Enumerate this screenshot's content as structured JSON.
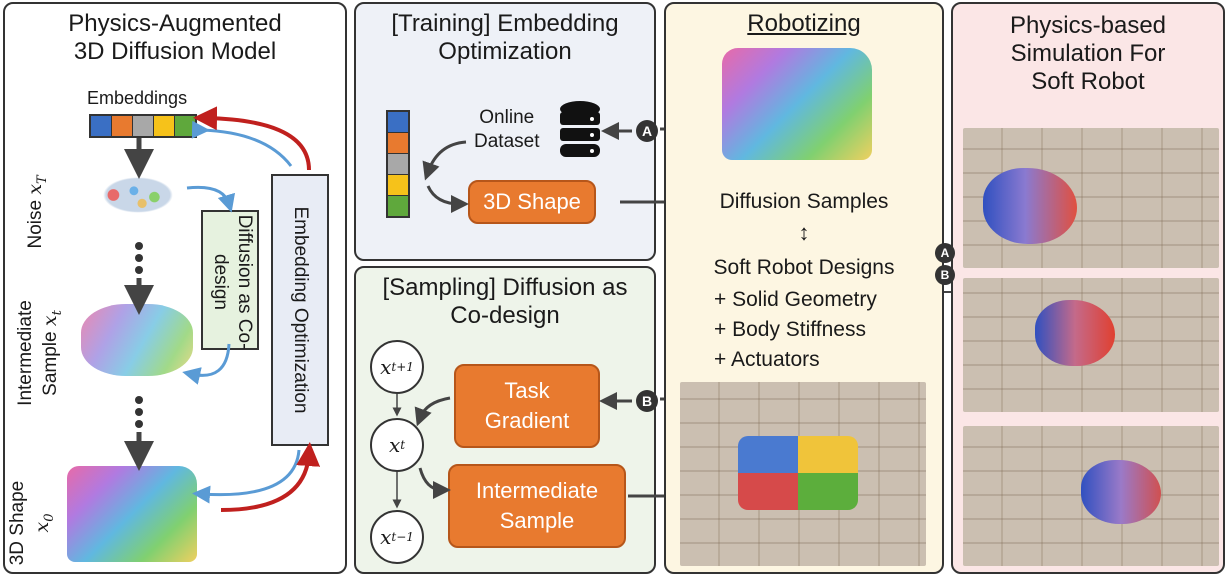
{
  "panel1": {
    "title": "Physics-Augmented 3D Diffusion Model",
    "embeddings_label": "Embeddings",
    "embedding_colors": [
      "#3a6fc4",
      "#e87a2f",
      "#a8a8a8",
      "#f6c21a",
      "#5fa83c"
    ],
    "noise_label": "Noise",
    "noise_var": "x",
    "noise_sub": "T",
    "intermediate_label_1": "Intermediate",
    "intermediate_label_2": "Sample",
    "intermediate_var": "x",
    "intermediate_sub": "t",
    "shape_label": "3D Shape",
    "shape_var": "x",
    "shape_sub": "0",
    "diffusion_box": "Diffusion as Co-design",
    "embedding_box": "Embedding Optimization"
  },
  "panel2": {
    "title": "[Training] Embedding Optimization",
    "dataset_label_1": "Online",
    "dataset_label_2": "Dataset",
    "shape_box": "3D Shape",
    "badge": "A"
  },
  "panel3": {
    "title": "[Sampling] Diffusion as Co-design",
    "node_top": "x",
    "node_top_sub": "t+1",
    "node_mid": "x",
    "node_mid_sub": "t",
    "node_bot": "x",
    "node_bot_sub": "t−1",
    "task_box_1": "Task",
    "task_box_2": "Gradient",
    "inter_box_1": "Intermediate",
    "inter_box_2": "Sample",
    "badge": "B"
  },
  "panel4": {
    "title": "Robotizing",
    "line1": "Diffusion Samples",
    "arrow": "↕",
    "line2": "Soft Robot Designs",
    "line3": "+ Solid Geometry",
    "line4": "+ Body Stiffness",
    "line5": "+ Actuators"
  },
  "panel5": {
    "title": "Physics-based Simulation For Soft Robot",
    "badge_a": "A",
    "badge_b": "B"
  },
  "colors": {
    "orange": "#e87a2f",
    "blue_arrow": "#5a9bd5",
    "red_arrow": "#c0201e",
    "dark_arrow": "#444444"
  }
}
